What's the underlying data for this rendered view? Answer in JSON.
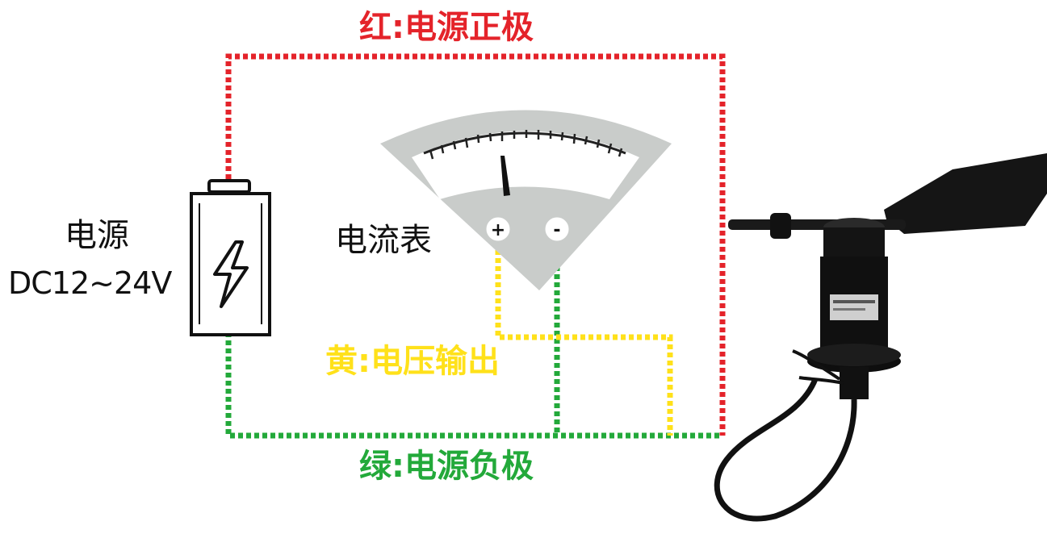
{
  "labels": {
    "red_wire": "红:电源正极",
    "green_wire": "绿:电源负极",
    "yellow_wire": "黄:电压输出",
    "power_name": "电源",
    "power_spec": "DC12~24V",
    "meter_name": "电流表",
    "meter_plus": "+",
    "meter_minus": "-"
  },
  "colors": {
    "red": "#e4232a",
    "green": "#23a93a",
    "yellow": "#ffe11a",
    "meter_gray": "#c9ccca",
    "sensor_black": "#151515"
  },
  "icons": {
    "battery": "lightning-battery-icon",
    "meter": "analog-ammeter-icon",
    "sensor": "wind-vane-sensor"
  }
}
